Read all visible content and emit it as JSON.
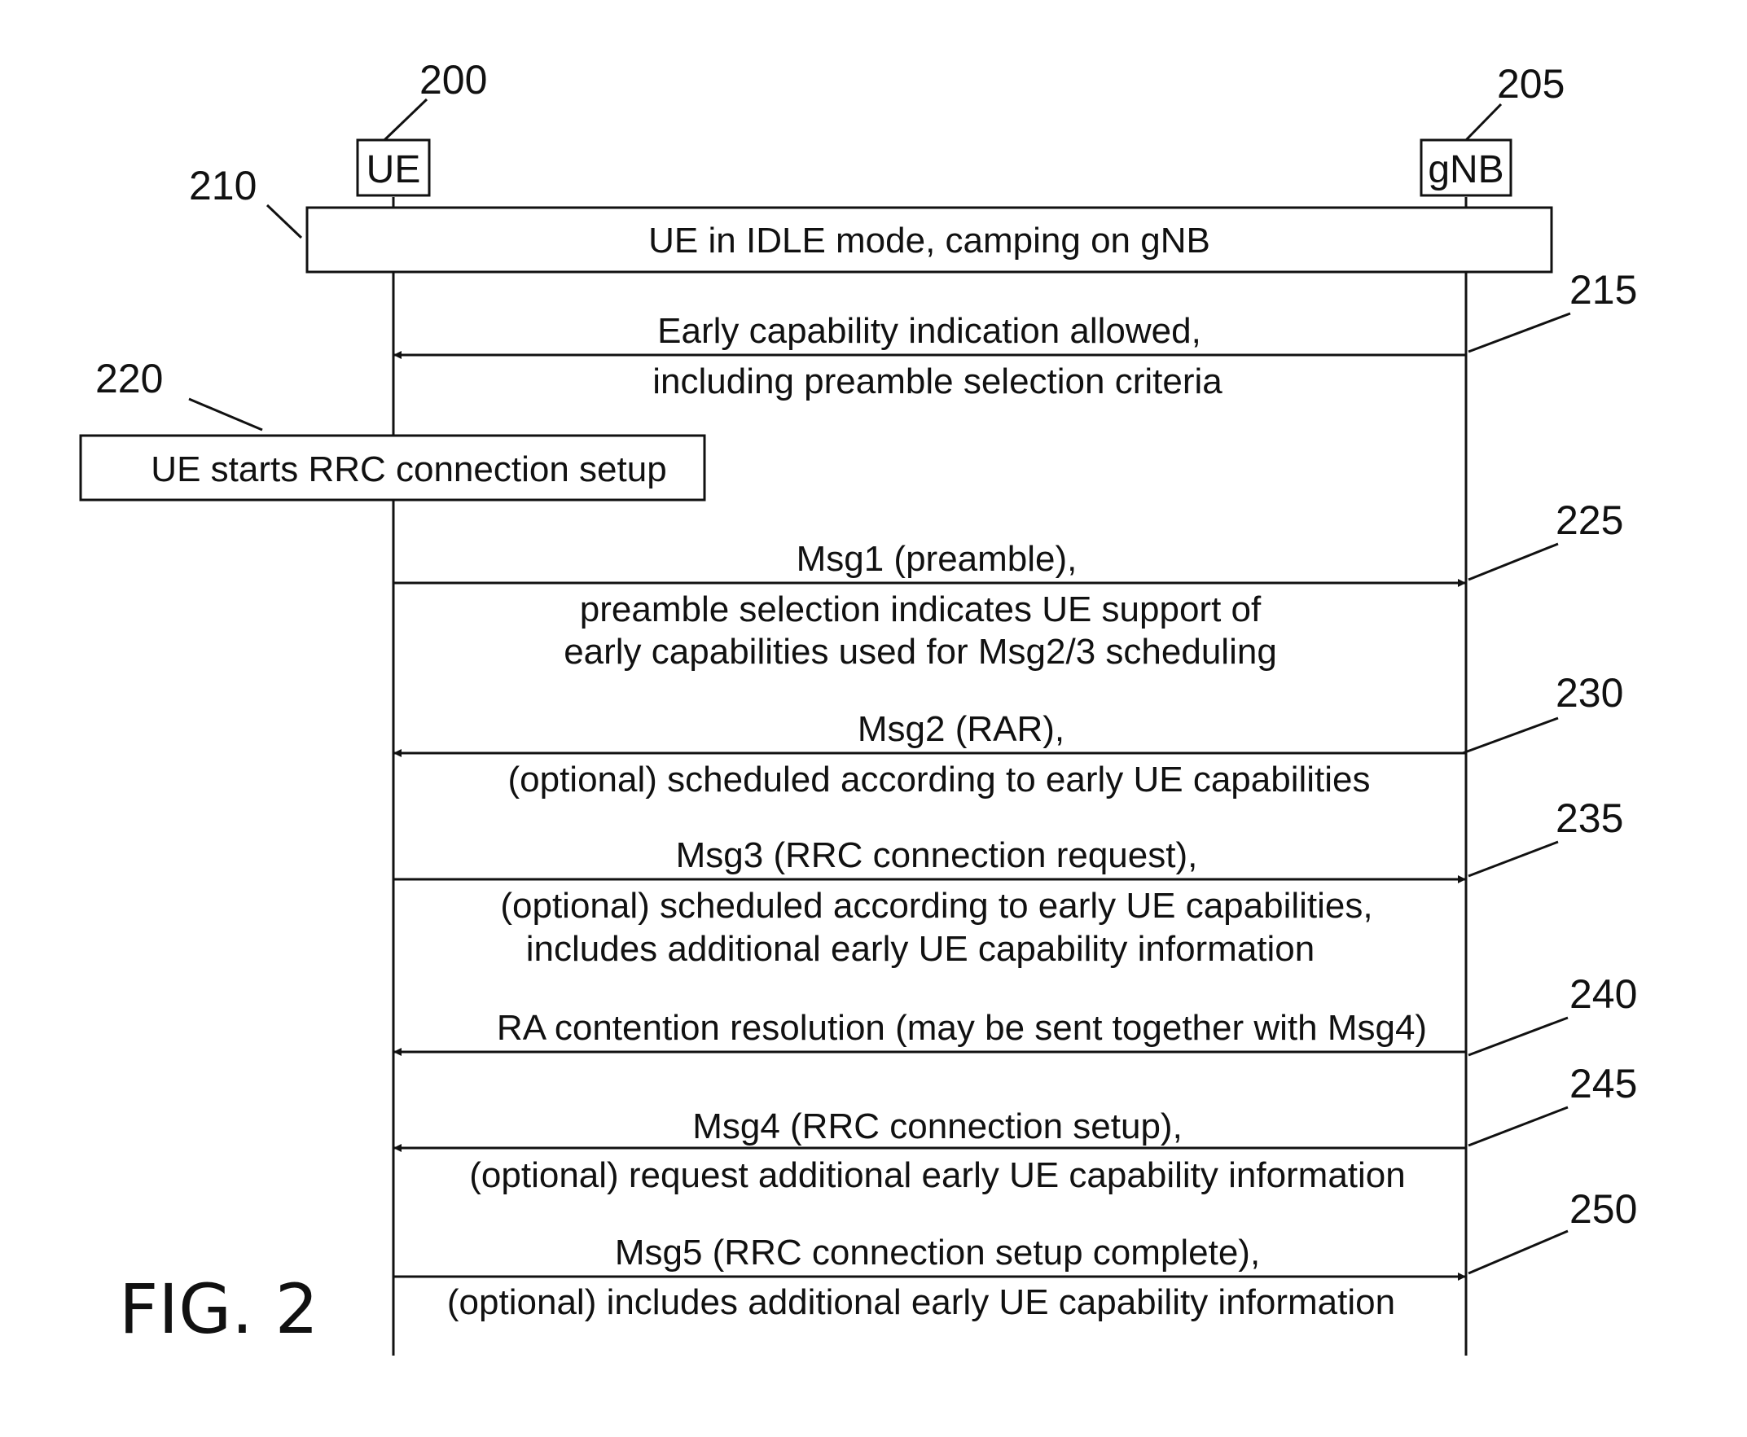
{
  "figure_label": "FIG. 2",
  "entities": {
    "ue": {
      "label": "UE",
      "ref": "200"
    },
    "gnb": {
      "label": "gNB",
      "ref": "205"
    }
  },
  "boxes": [
    {
      "ref": "210",
      "text": "UE in IDLE mode, camping on gNB"
    },
    {
      "ref": "220",
      "text": "UE starts RRC connection setup"
    }
  ],
  "messages": [
    {
      "ref": "215",
      "direction": "gnb-to-ue",
      "lines": [
        "Early capability indication allowed,",
        "including preamble selection criteria"
      ]
    },
    {
      "ref": "225",
      "direction": "ue-to-gnb",
      "lines": [
        "Msg1 (preamble),",
        "preamble selection indicates UE support of",
        "early capabilities used for Msg2/3 scheduling"
      ]
    },
    {
      "ref": "230",
      "direction": "gnb-to-ue",
      "lines": [
        "Msg2 (RAR),",
        "(optional) scheduled according to early UE capabilities"
      ]
    },
    {
      "ref": "235",
      "direction": "ue-to-gnb",
      "lines": [
        "Msg3 (RRC connection request),",
        "(optional) scheduled according to early UE capabilities,",
        "includes additional early UE capability information"
      ]
    },
    {
      "ref": "240",
      "direction": "gnb-to-ue",
      "lines": [
        "RA contention resolution (may be sent together with Msg4)"
      ]
    },
    {
      "ref": "245",
      "direction": "gnb-to-ue",
      "lines": [
        "Msg4 (RRC connection setup),",
        "(optional) request additional early UE capability information"
      ]
    },
    {
      "ref": "250",
      "direction": "ue-to-gnb",
      "lines": [
        "Msg5 (RRC connection setup complete),",
        "(optional) includes additional early UE capability information"
      ]
    }
  ]
}
